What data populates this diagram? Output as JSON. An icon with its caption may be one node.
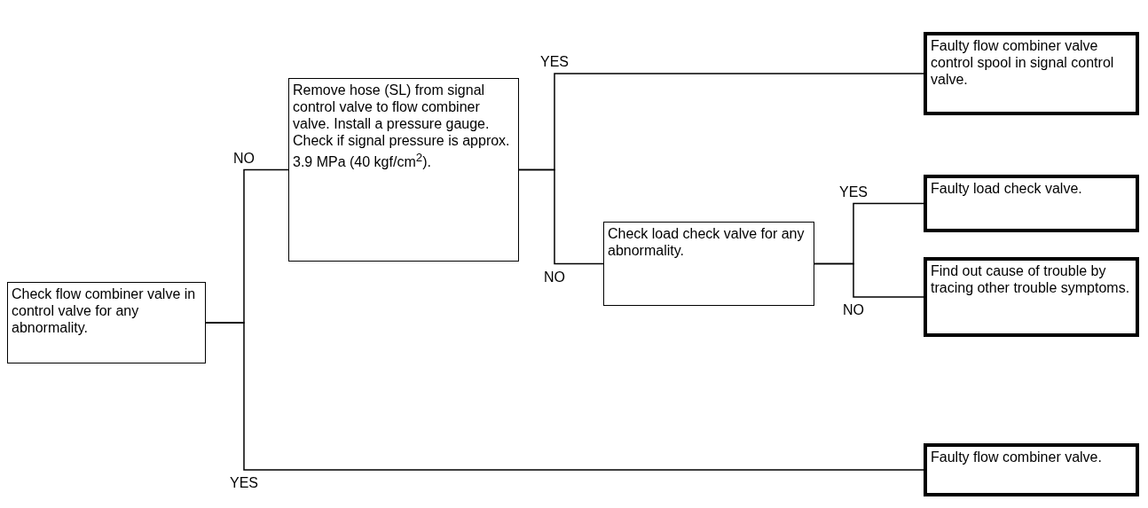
{
  "diagram": {
    "nodes": [
      {
        "text": [
          "Check flow combiner valve in control valve for any abnormality."
        ]
      },
      {
        "text": [
          "Remove hose (SL) from signal control valve to flow combiner valve. Install a pressure gauge. Check if signal pressure is approx. 3.9 MPa (40 kgf/cm$^{2}$)."
        ]
      },
      {
        "text": [
          "Check load check valve for any abnormality."
        ]
      },
      {
        "text": [
          "Faulty flow combiner valve control spool in signal control valve."
        ]
      },
      {
        "text": [
          "Faulty load check valve."
        ]
      },
      {
        "text": [
          "Find out cause of trouble by tracing other trouble symptoms."
        ]
      },
      {
        "text": [
          "Faulty flow combiner valve."
        ]
      }
    ],
    "edges": [
      {
        "from": 0,
        "to": 1,
        "arrow": "none",
        "label": "NO"
      },
      {
        "from": 0,
        "to": 6,
        "arrow": "none",
        "label": "YES"
      },
      {
        "from": 1,
        "to": 3,
        "arrow": "none",
        "label": "YES"
      },
      {
        "from": 1,
        "to": 2,
        "arrow": "none",
        "label": "NO"
      },
      {
        "from": 2,
        "to": 4,
        "arrow": "none",
        "label": "YES"
      },
      {
        "from": 2,
        "to": 5,
        "arrow": "none",
        "label": "NO"
      }
    ]
  }
}
